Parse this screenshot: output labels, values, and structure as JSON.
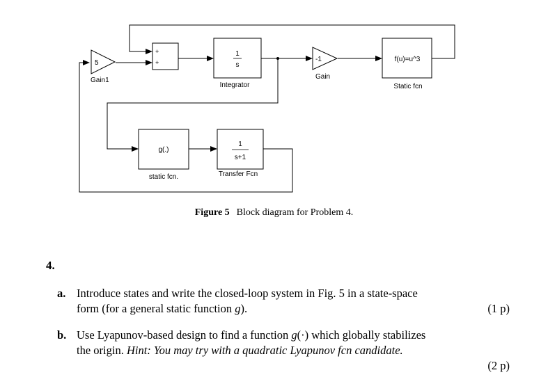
{
  "diagram": {
    "blocks": {
      "gain1": {
        "value": "5",
        "label": "Gain1"
      },
      "sum": {
        "sign1": "+",
        "sign2": "+"
      },
      "integrator": {
        "num": "1",
        "den": "s",
        "label": "Integrator"
      },
      "gain": {
        "value": "-1",
        "label": "Gain"
      },
      "static_fcn": {
        "expr": "f(u)=u^3",
        "label": "Static fcn"
      },
      "g_block": {
        "expr": "g(.)",
        "label": "static fcn."
      },
      "transfer_fcn": {
        "num": "1",
        "den": "s+1",
        "label": "Transfer Fcn"
      }
    }
  },
  "caption": {
    "label": "Figure 5",
    "text": "Block diagram for Problem 4."
  },
  "problem": {
    "number": "4.",
    "a": {
      "label": "a.",
      "line1": "Introduce states and write the closed-loop system in Fig. 5 in a state-space",
      "line2_pre": "form (for a general static function ",
      "line2_var": "g",
      "line2_post": ").",
      "points": "(1 p)"
    },
    "b": {
      "label": "b.",
      "line1_pre": "Use Lyapunov-based design to find a function ",
      "line1_fn": "g",
      "line1_arg": "(·)",
      "line1_post": " which globally stabilizes",
      "line2_pre": "the origin. ",
      "hint": "Hint: You may try with a quadratic Lyapunov fcn candidate.",
      "points": "(2 p)"
    }
  }
}
